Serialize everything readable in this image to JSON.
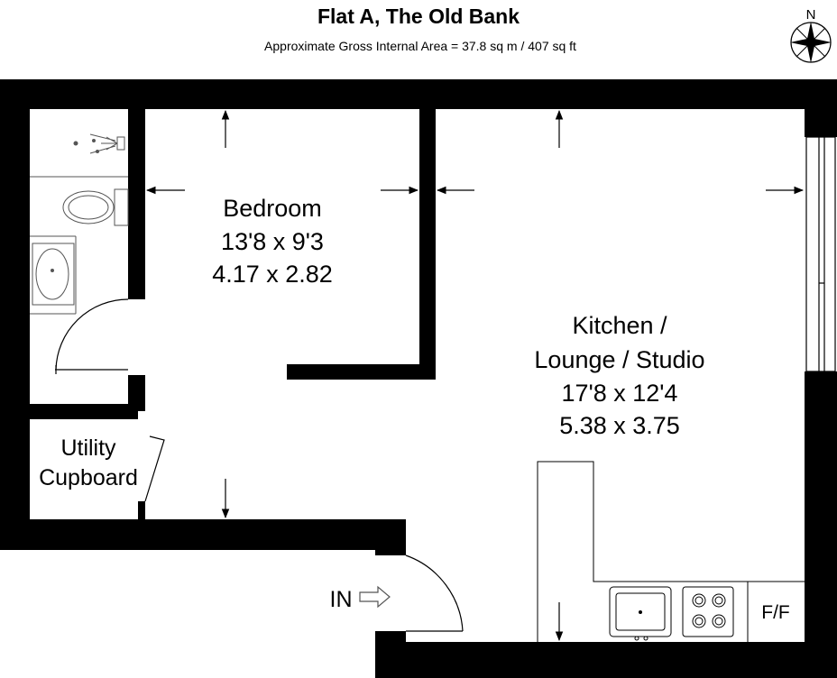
{
  "header": {
    "title": "Flat A, The Old Bank",
    "subtitle": "Approximate Gross Internal Area = 37.8 sq m / 407 sq ft"
  },
  "compass": {
    "label": "N",
    "icon": "compass-rose-icon"
  },
  "rooms": {
    "bedroom": {
      "name": "Bedroom",
      "imperial": "13'8 x 9'3",
      "metric": "4.17 x 2.82"
    },
    "kitchen": {
      "name_line1": "Kitchen /",
      "name_line2": "Lounge / Studio",
      "imperial": "17'8 x 12'4",
      "metric": "5.38 x 3.75"
    },
    "utility": {
      "line1": "Utility",
      "line2": "Cupboard"
    }
  },
  "labels": {
    "entrance": "IN",
    "fridge_freezer": "F/F"
  },
  "icons": [
    "shower-icon",
    "toilet-icon",
    "basin-icon",
    "sink-icon",
    "hob-icon",
    "entrance-arrow-icon",
    "door-swing-icon",
    "dimension-arrow-icon"
  ],
  "colors": {
    "wall": "#000000",
    "background": "#ffffff",
    "fixture_line": "#555555"
  }
}
